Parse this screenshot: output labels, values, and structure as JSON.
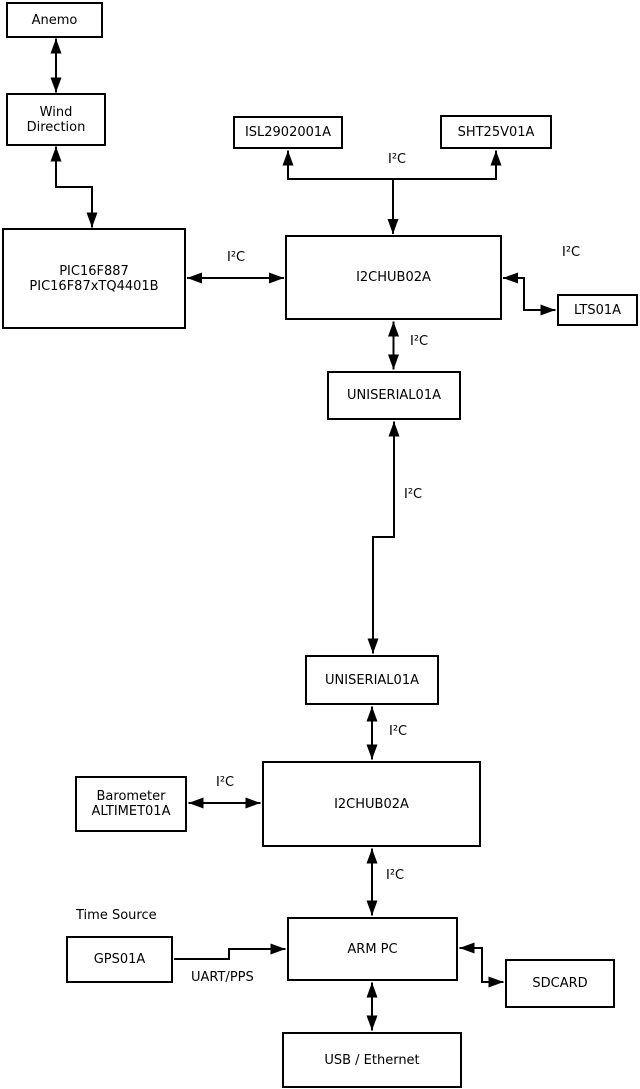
{
  "colors": {
    "background": "#ffffff",
    "line": "#000000",
    "box_fill": "#ffffff",
    "text": "#000000"
  },
  "nodes": {
    "anemo": {
      "label": "Anemo"
    },
    "wind_direction": {
      "line1": "Wind",
      "line2": "Direction"
    },
    "pic": {
      "line1": "PIC16F887",
      "line2": "PIC16F87xTQ4401B"
    },
    "isl": {
      "label": "ISL2902001A"
    },
    "sht": {
      "label": "SHT25V01A"
    },
    "hub1": {
      "label": "I2CHUB02A"
    },
    "lts": {
      "label": "LTS01A"
    },
    "uniserial1": {
      "label": "UNISERIAL01A"
    },
    "uniserial2": {
      "label": "UNISERIAL01A"
    },
    "barometer": {
      "line1": "Barometer",
      "line2": "ALTIMET01A"
    },
    "hub2": {
      "label": "I2CHUB02A"
    },
    "gps": {
      "label": "GPS01A"
    },
    "armpc": {
      "label": "ARM PC"
    },
    "sdcard": {
      "label": "SDCARD"
    },
    "usb": {
      "label": "USB / Ethernet"
    }
  },
  "labels": {
    "i2c": "I²C",
    "time_source": "Time Source",
    "uart_pps": "UART/PPS"
  }
}
